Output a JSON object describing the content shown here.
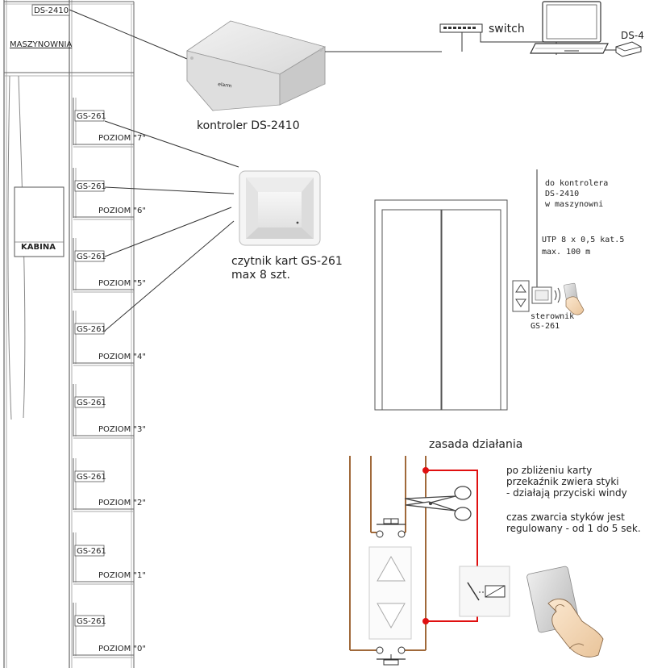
{
  "shaft": {
    "controller_box_label": "DS-2410",
    "machine_room_label": "MASZYNOWNIA",
    "cabin_label": "KABINA",
    "reader_tag": "GS-261",
    "levels": [
      {
        "tag": "GS-261",
        "label": "POZIOM \"7\""
      },
      {
        "tag": "GS-261",
        "label": "POZIOM \"6\""
      },
      {
        "tag": "GS-261",
        "label": "POZIOM \"5\""
      },
      {
        "tag": "GS-261",
        "label": "POZIOM \"4\""
      },
      {
        "tag": "GS-261",
        "label": "POZIOM \"3\""
      },
      {
        "tag": "GS-261",
        "label": "POZIOM \"2\""
      },
      {
        "tag": "GS-261",
        "label": "POZIOM \"1\""
      },
      {
        "tag": "GS-261",
        "label": "POZIOM \"0\""
      }
    ]
  },
  "controller": {
    "brand": "elarm",
    "caption": "kontroler DS-2410"
  },
  "network": {
    "switch_label": "switch",
    "ds_label": "DS-4"
  },
  "reader": {
    "caption_line1": "czytnik kart GS-261",
    "caption_line2": "max 8 szt."
  },
  "elevator": {
    "note_lines": [
      "do kontrolera",
      "DS-2410",
      "w maszynowni"
    ],
    "cable_lines": [
      "UTP 8 x 0,5 kat.5",
      "max. 100 m"
    ],
    "driver_lines": [
      "sterownik",
      "GS-261"
    ]
  },
  "principle": {
    "title": "zasada działania",
    "lines1": [
      "po zbliżeniu karty",
      "przekaźnik zwiera styki",
      "- działają przyciski windy"
    ],
    "lines2": [
      "czas zwarcia styków jest",
      "regulowany - od 1 do 5 sek."
    ]
  },
  "colors": {
    "wire": "#a0693a",
    "red": "#e01010",
    "ds_red": "#e02020"
  },
  "icons": [
    "scissors-icon",
    "card-icon",
    "hand-icon",
    "laptop-icon",
    "switch-icon",
    "arrow-up-icon",
    "arrow-down-icon"
  ]
}
